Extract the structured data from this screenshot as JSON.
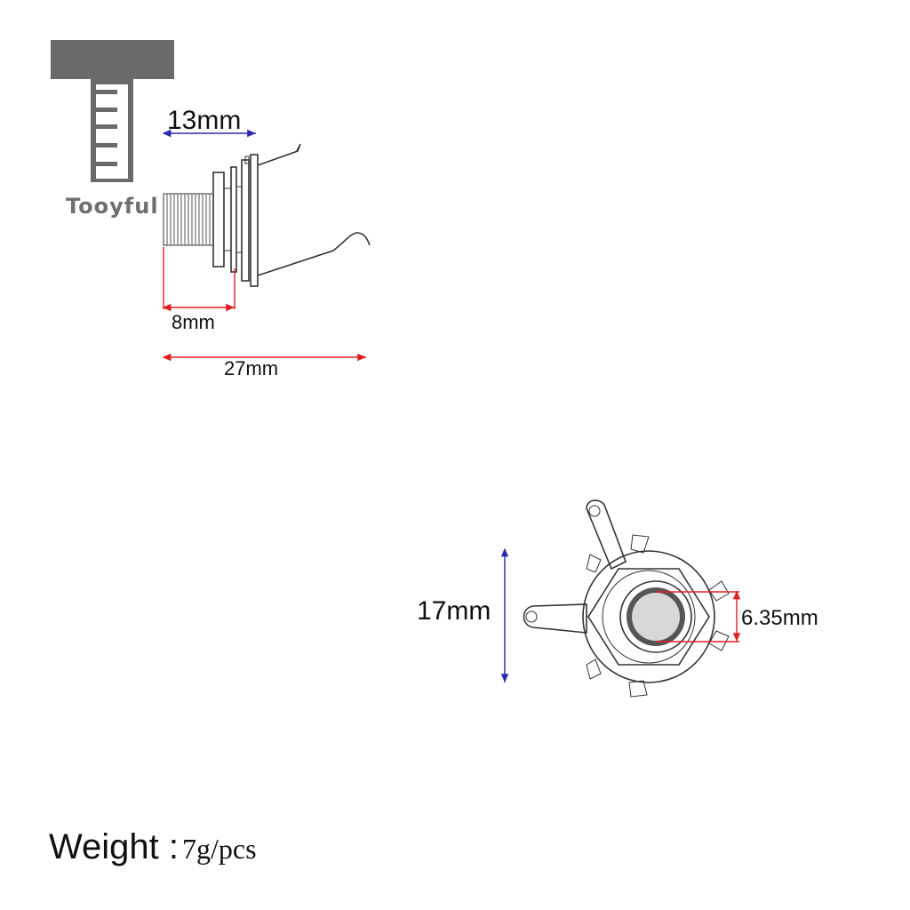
{
  "brand": {
    "name": "Tooyful",
    "logo_icon": "ruler-t-logo-icon"
  },
  "side_view": {
    "dimensions": {
      "thread_length": "13mm",
      "flange_depth": "8mm",
      "total_length": "27mm"
    },
    "dimension_colors": {
      "thread_length": "#2a2ab0",
      "flange_depth": "#e02020",
      "total_length": "#e02020"
    }
  },
  "front_view": {
    "dimensions": {
      "outer_height": "17mm",
      "hole_diameter": "6.35mm"
    },
    "dimension_colors": {
      "outer_height": "#2a2ab0",
      "hole_diameter": "#e02020"
    }
  },
  "spec": {
    "weight_label": "Weight :",
    "weight_value": "7g/pcs"
  }
}
